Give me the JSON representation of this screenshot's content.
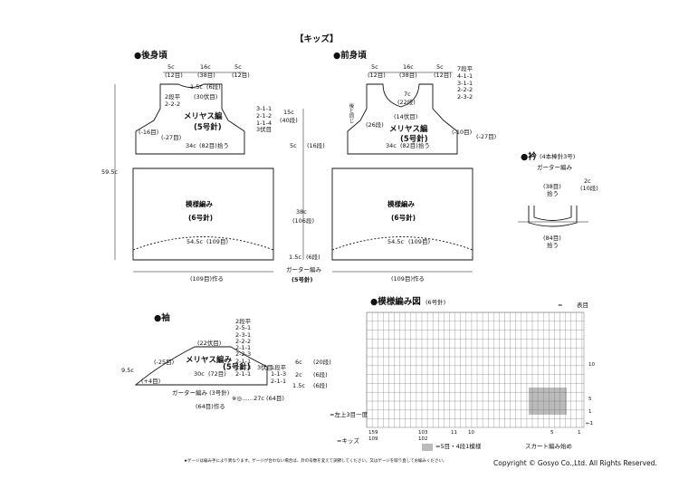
{
  "title": "【キッズ】",
  "back": {
    "heading": "●後身頃",
    "shoulder_l": "5c",
    "shoulder_l_st": "(12目)",
    "neck": "16c",
    "neck_st": "(38目)",
    "shoulder_r": "5c",
    "shoulder_r_st": "(12目)",
    "neck_depth": "1.5c",
    "neck_depth_rows": "(6段)",
    "neck_st_bottom": "(30伏目)",
    "shoulder_dec": "2段平\n2-2-2",
    "stitch": "メリヤス編",
    "needle": "(5号針)",
    "armhole_dec": "3-1-1\n2-1-2\n1-1-4\n3伏目",
    "side_l": "(-16目)",
    "side_dec": "(-27目)",
    "yoke_h": "15c",
    "yoke_h_rows": "(40段)",
    "width": "34c",
    "width_st": "(82目)拾う",
    "cuff_h": "5c",
    "cuff_h_rows": "(16段)",
    "total_h": "59.5c",
    "skirt_stitch": "模様編み",
    "skirt_needle": "(6号針)",
    "skirt_width": "54.5c",
    "skirt_width_st": "(109目)",
    "cast_on": "(109目)作る"
  },
  "front": {
    "heading": "●前身頃",
    "shoulder_l": "5c",
    "shoulder_l_st": "(12目)",
    "neck": "16c",
    "neck_st": "(38目)",
    "shoulder_r": "5c",
    "shoulder_r_st": "(12目)",
    "shoulder_dec": "7段平\n4-1-1\n3-1-1\n2-2-2\n2-3-2",
    "neck_depth": "7c",
    "neck_depth_st": "(22段)",
    "neck_st_bottom": "(14伏目)",
    "left_note": "後と同じ",
    "mid_rows": "(26段)",
    "stitch": "メリヤス編",
    "needle": "(5号針)",
    "side_r": "(-10目)",
    "side_dec": "(-27目)",
    "width": "34c",
    "width_st": "(82目)拾う",
    "skirt_h": "38c",
    "skirt_h_rows": "(106段)",
    "hem_h": "1.5c",
    "hem_rows": "(6段)",
    "hem_stitch": "ガーター編み",
    "hem_needle": "(5号針)",
    "skirt_stitch": "模様編み",
    "skirt_needle": "(6号針)",
    "skirt_width": "54.5c",
    "skirt_width_st": "(109目)",
    "cast_on": "(109目)作る"
  },
  "collar": {
    "heading": "●衿",
    "needle": "(4本棒針3号)",
    "stitch": "ガーター編み",
    "h": "2c",
    "h_rows": "(10段)",
    "back_st": "(38目)",
    "back_pick": "拾う",
    "front_st": "(84目)",
    "front_pick": "拾う"
  },
  "sleeve": {
    "heading": "●袖",
    "top_st": "(22伏目)",
    "dec": "2段平\n2-5-1\n2-3-1\n2-2-2\n2-1-1\n2-2-3\n2-1-1\n1-1-3\n2-1-1",
    "stitch": "メリヤス編み",
    "needle": "(5号針)",
    "left": "(-25目)",
    "inc": "(+4目)",
    "width_l": "30c",
    "width_st": "(72目)",
    "armhole_st": "3伏目",
    "rows_note": "1段平\n1-1-3\n2-1-1",
    "h": "9.5c",
    "cuff_stitch": "ガーター編み (3号針)",
    "cuff_note": "※◎……27c (64目)",
    "cast_on": "(64目)作る",
    "h6": "6c",
    "h6_rows": "(20段)",
    "h2": "2c",
    "h2_rows": "(6段)",
    "h15": "1.5c",
    "h15_rows": "(6段)"
  },
  "pattern_chart": {
    "heading": "●模様編み図",
    "needle": "(6号針)",
    "legend_knit": "= ",
    "legend_label": "表目",
    "symbol_note": "=左上3目一度",
    "kids_note": "=キッズ",
    "repeat_note": "=5目・4段1模様",
    "start_note": "スカート編み始め",
    "col_labels_left": [
      "159",
      "109"
    ],
    "col_labels_mid": [
      "103",
      "102"
    ],
    "col_labels_right": [
      "11",
      "10",
      "5",
      "1"
    ],
    "row_labels": [
      "10",
      "5",
      "1",
      "←1"
    ]
  },
  "footer": {
    "note": "★ゲージは編み手により異なります。ゲージが合わない場合は、針の号数を変えて調節してください。又はゲージを取り直してお編みください。",
    "copyright": "Copyright © Gosyo Co.,Ltd. All Rights Reserved."
  }
}
